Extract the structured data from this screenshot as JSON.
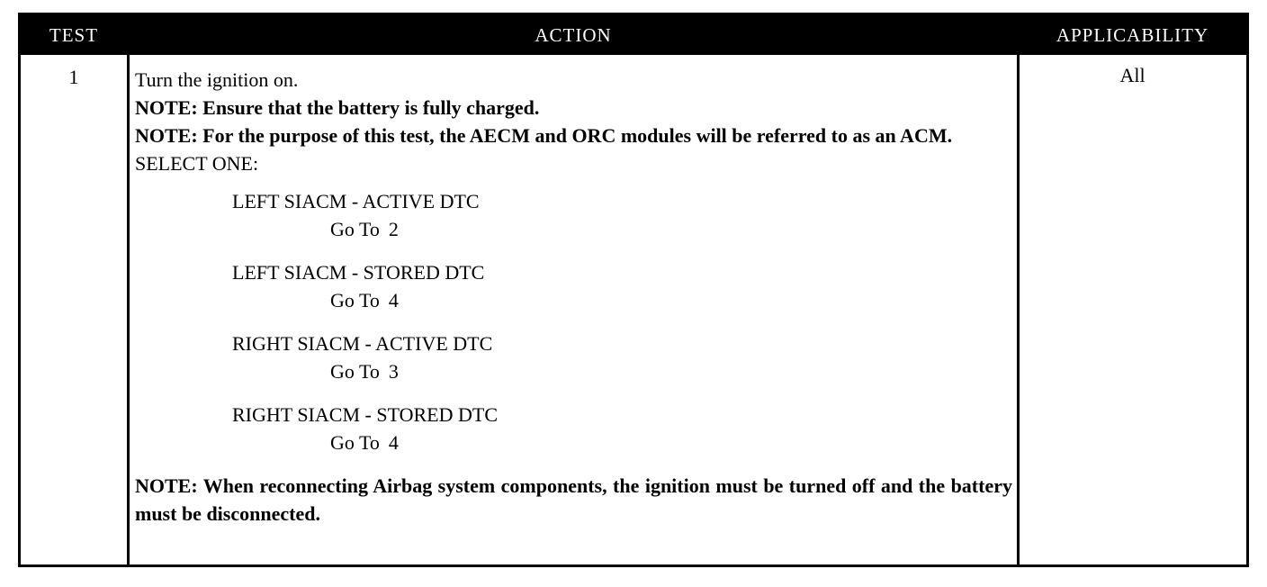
{
  "table": {
    "headers": {
      "test": "TEST",
      "action": "ACTION",
      "applicability": "APPLICABILITY"
    },
    "row": {
      "test_number": "1",
      "applicability": "All",
      "action": {
        "line1": "Turn the ignition on.",
        "note1": "NOTE: Ensure that the battery is fully charged.",
        "note2": "NOTE: For the purpose of this test, the AECM and ORC modules will be referred to as an ACM.",
        "select": "SELECT ONE:",
        "options": [
          {
            "label": "LEFT SIACM - ACTIVE DTC",
            "goto_text": "Go To",
            "goto_num": "2"
          },
          {
            "label": "LEFT SIACM - STORED DTC",
            "goto_text": "Go To",
            "goto_num": "4"
          },
          {
            "label": "RIGHT SIACM - ACTIVE DTC",
            "goto_text": "Go To",
            "goto_num": "3"
          },
          {
            "label": "RIGHT SIACM - STORED DTC",
            "goto_text": "Go To",
            "goto_num": "4"
          }
        ],
        "final_note": "NOTE: When reconnecting Airbag system components, the ignition must be turned off and the battery must be disconnected."
      }
    }
  }
}
